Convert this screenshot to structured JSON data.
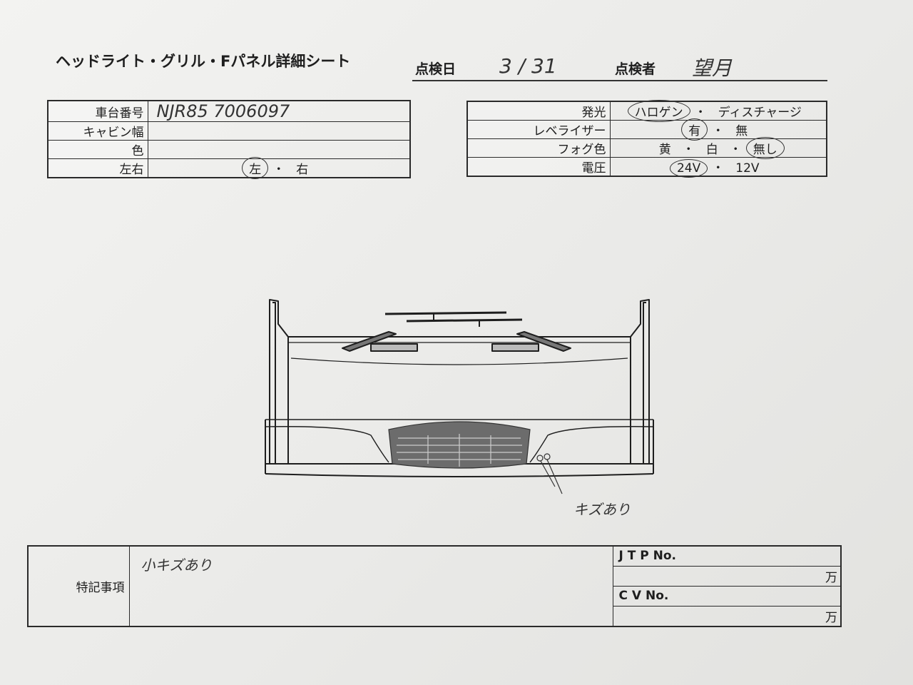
{
  "header": {
    "title": "ヘッドライト・グリル・Fパネル詳細シート",
    "inspection_date_label": "点検日",
    "inspection_date_value": "3 / 31",
    "inspector_label": "点検者",
    "inspector_value": "望月"
  },
  "vehicle_table": {
    "rows": [
      {
        "label": "車台番号",
        "value": "NJR85  7006097"
      },
      {
        "label": "キャビン幅",
        "value": ""
      },
      {
        "label": "色",
        "value": ""
      },
      {
        "label": "左右",
        "options": [
          "左",
          "右"
        ],
        "selected": "左"
      }
    ]
  },
  "light_table": {
    "rows": [
      {
        "label": "発光",
        "options": [
          "ハロゲン",
          "ディスチャージ"
        ],
        "selected": "ハロゲン"
      },
      {
        "label": "レベライザー",
        "options": [
          "有",
          "無"
        ],
        "selected": "有"
      },
      {
        "label": "フォグ色",
        "options": [
          "黄",
          "白",
          "無し"
        ],
        "selected": "無し"
      },
      {
        "label": "電圧",
        "options": [
          "24V",
          "12V"
        ],
        "selected": "24V"
      }
    ]
  },
  "diagram": {
    "annotation": "キズあり"
  },
  "notes": {
    "label": "特記事項",
    "text": "小キズあり",
    "jtp_label": "J T P No.",
    "jtp_unit": "万",
    "cv_label": "C V No.",
    "cv_unit": "万"
  },
  "colors": {
    "ink": "#1e1e1e",
    "paper": "#efefed",
    "pencil": "#333333"
  }
}
